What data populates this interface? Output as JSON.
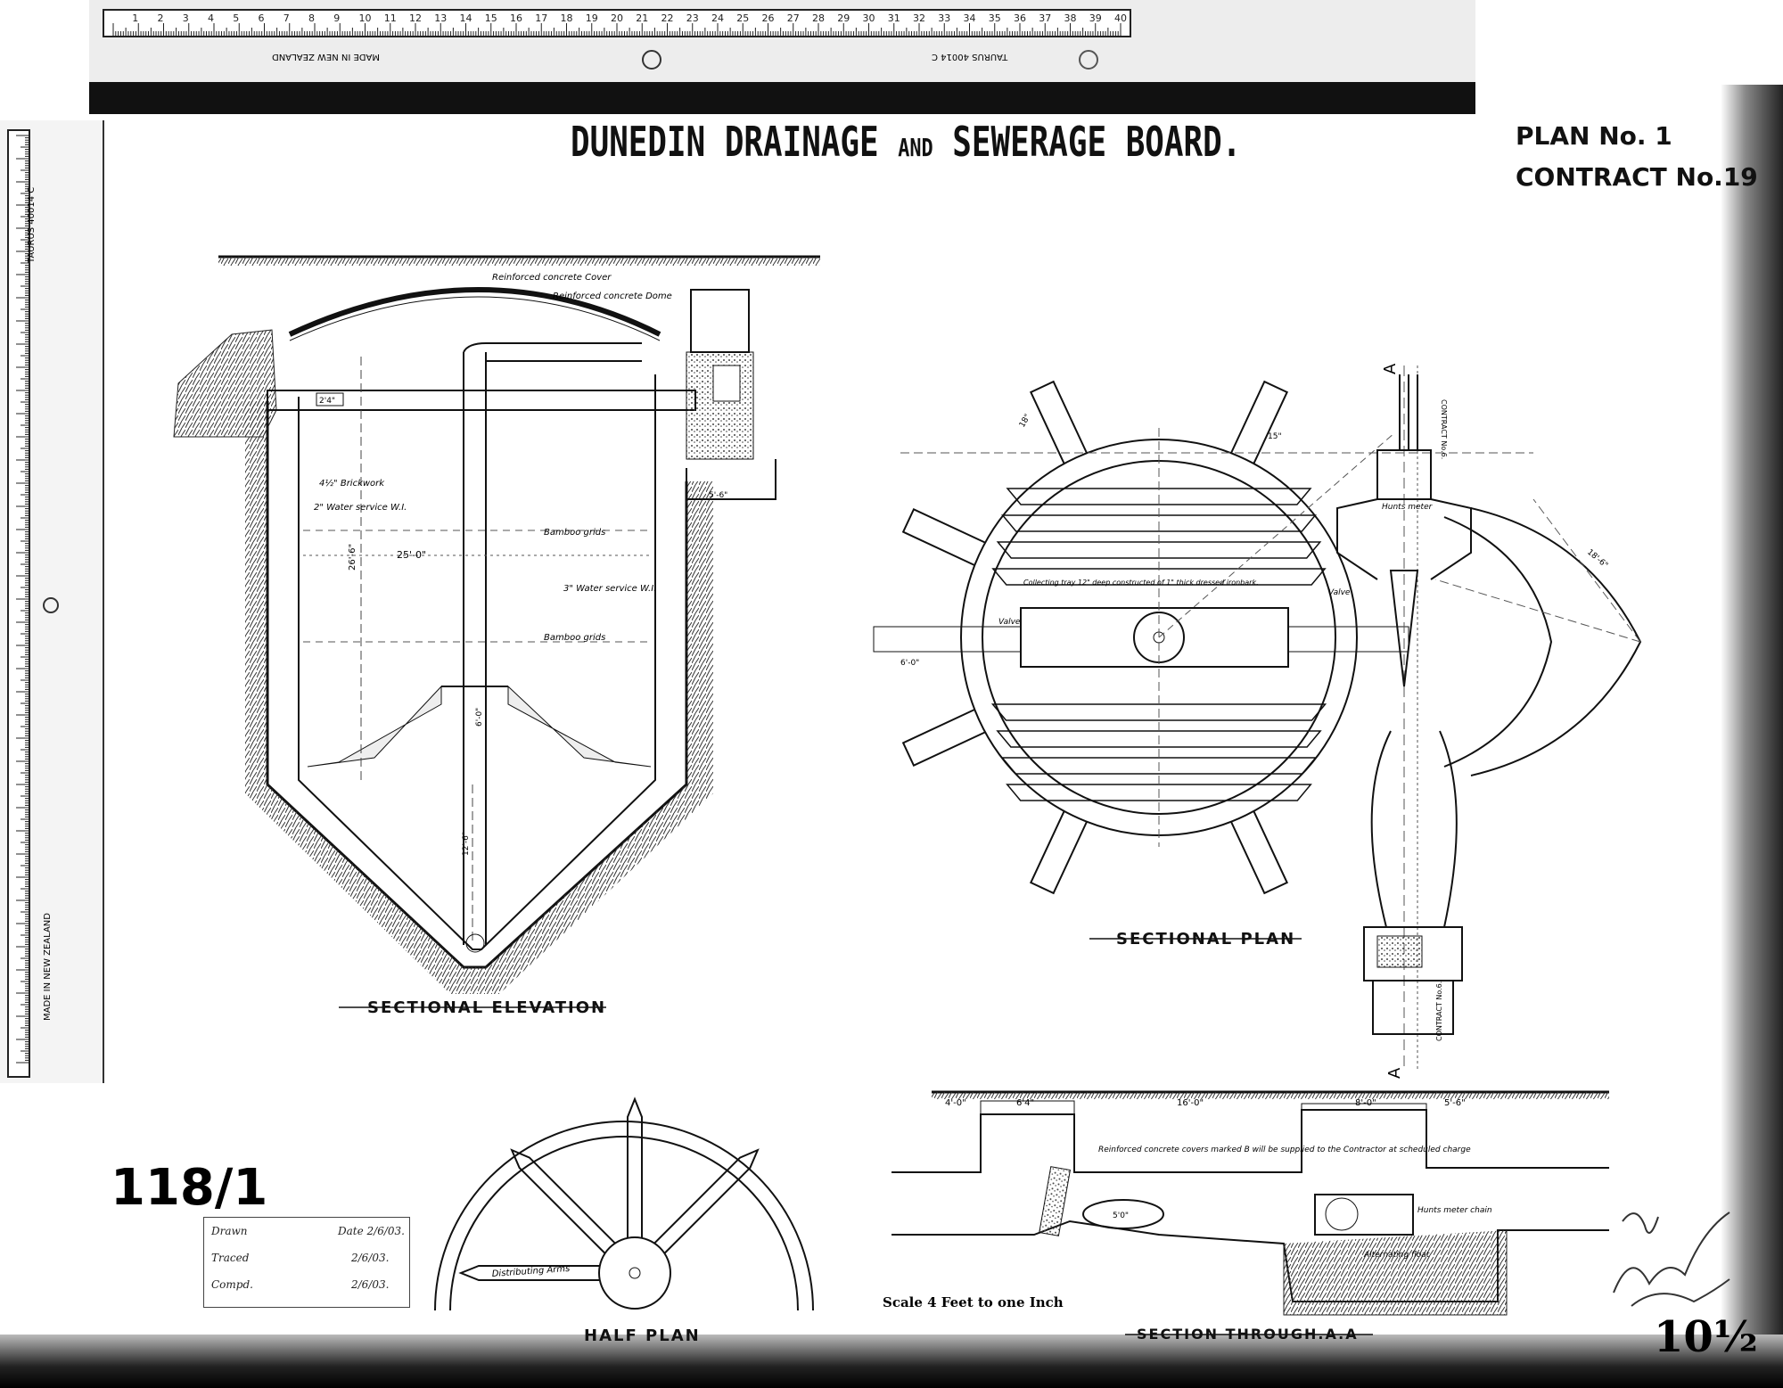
{
  "sheet": {
    "title_part1": "DUNEDIN DRAINAGE",
    "title_and": "AND",
    "title_part2": "SEWERAGE BOARD.",
    "plan_no": "PLAN No. 1",
    "contract_no": "CONTRACT No.19",
    "sheet_ref": "118/1",
    "sheet_corner_no": "10½",
    "scale_note": "Scale 4 Feet to one Inch"
  },
  "views": {
    "sectional_elevation": "SECTIONAL ELEVATION",
    "sectional_plan": "SECTIONAL PLAN",
    "half_plan": "HALF PLAN",
    "section_through": "SECTION THROUGH.A.A"
  },
  "elevation_notes": {
    "cover": "Reinforced concrete Cover",
    "dome": "Reinforced concrete Dome",
    "brickwork": "4½\" Brickwork",
    "water_service_1": "2\" Water service W.I.",
    "bamboo_grids_1": "Bamboo grids",
    "water_service_2": "3\" Water service W.I.",
    "bamboo_grids_2": "Bamboo grids",
    "dim_width": "25'-0\"",
    "dim_height": "26'-6\"",
    "dim_pipe": "2'4\"",
    "dim_depth": "12'-6\"",
    "dim_lower": "6'-0\"",
    "dim_top": "5'-6\""
  },
  "plan_notes": {
    "collecting_tray": "Collecting tray 12\" deep constructed of 1\" thick dressed ironbark.",
    "valve_1": "Valve",
    "valve_2": "Valve",
    "hunts_meter": "Hunts meter",
    "contract_top": "CONTRACT No.6.",
    "contract_bottom": "CONTRACT No.6.",
    "section_mark": "A",
    "dim_arm": "18'-6\"",
    "dim_left": "6'-0\"",
    "dim_18": "18\"",
    "dim_15": "15\""
  },
  "half_plan_notes": {
    "distributing_arms": "Distributing Arms"
  },
  "section_notes": {
    "covers_note": "Reinforced concrete covers marked B will be supplied to the Contractor at scheduled charge",
    "hunts_meter_chain": "Hunts meter chain",
    "alternating_float": "Alternating float",
    "dim_16": "16'-0\"",
    "dim_8": "8'-0\"",
    "dim_4": "4'-0\"",
    "dim_6_4": "6'4\"",
    "dim_5_6": "5'-6\"",
    "dim_pipe": "5'0\""
  },
  "title_block": {
    "drawn": "Drawn",
    "drawn_date": "Date 2/6/03.",
    "traced": "Traced",
    "traced_date": "2/6/03.",
    "compd": "Compd.",
    "compd_date": "2/6/03."
  },
  "ruler_top": {
    "numbers": [
      "1",
      "2",
      "3",
      "4",
      "5",
      "6",
      "7",
      "8",
      "9",
      "10",
      "11",
      "12",
      "13",
      "14",
      "15",
      "16",
      "17",
      "18",
      "19",
      "20",
      "21",
      "22",
      "23",
      "24",
      "25",
      "26",
      "27",
      "28",
      "29",
      "30",
      "31",
      "32",
      "33",
      "34",
      "35",
      "36",
      "37",
      "38",
      "39",
      "40"
    ],
    "maker": "MADE IN NEW ZEALAND",
    "brand": "TAURUS 40014 C"
  },
  "ruler_left": {
    "maker": "MADE IN NEW ZEALAND",
    "brand": "TAURUS 40014 C"
  }
}
